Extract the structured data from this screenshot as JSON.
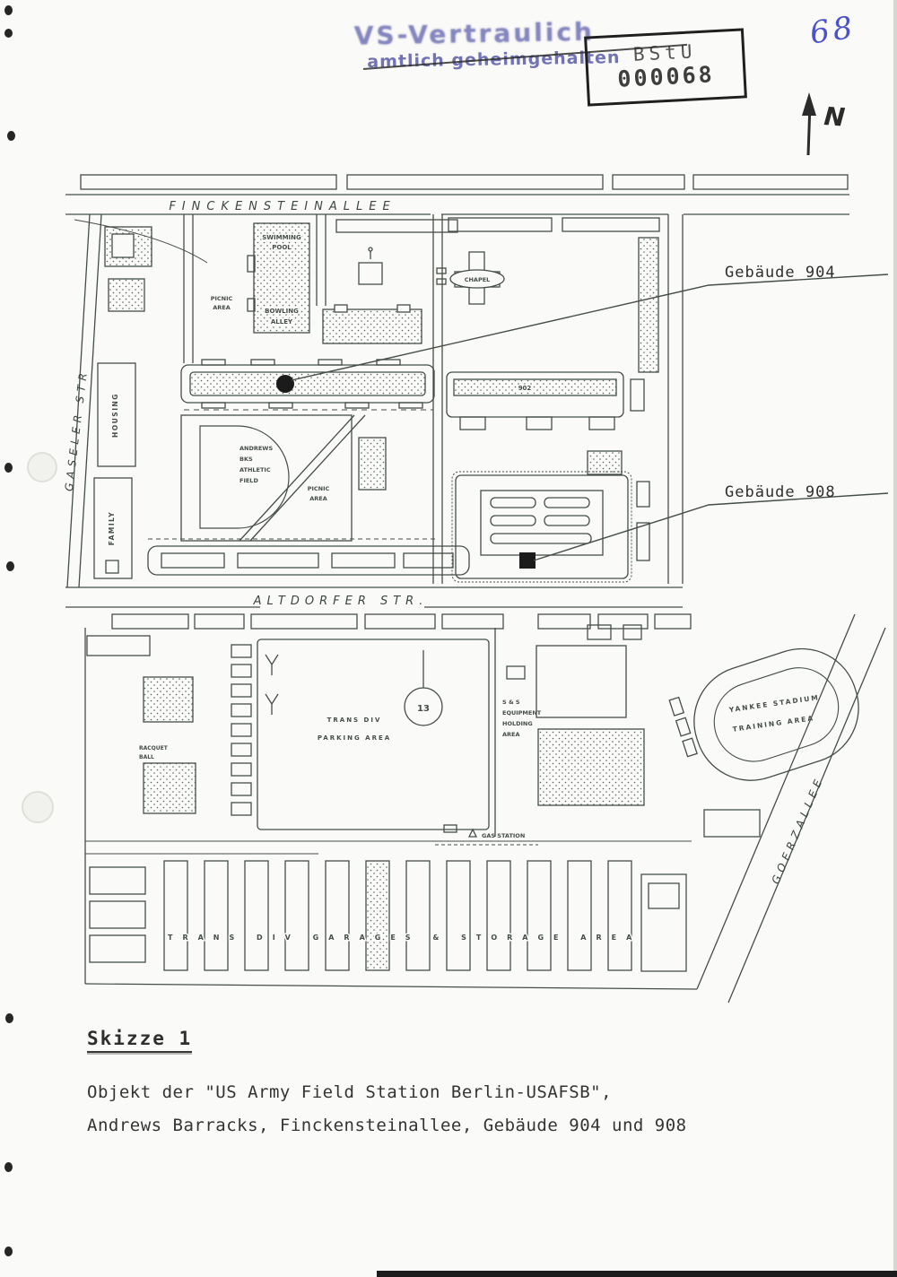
{
  "page_number": "68",
  "stamps": {
    "vs_line1": "VS-Vertraulich",
    "vs_line2": "amtlich geheimgehalten",
    "bstu_name": "BStU",
    "bstu_number": "000068"
  },
  "compass": {
    "north_label": "N"
  },
  "map": {
    "streets": {
      "finckensteinallee": "FINCKENSTEINALLEE",
      "altdorfer_str": "ALTDORFER STR.",
      "gaseler_str": "GASELER STR",
      "goerzallee": "GOERZALLEE"
    },
    "annotations": {
      "gebaeude_904": "Gebäude 904",
      "gebaeude_908": "Gebäude 908"
    },
    "labels": {
      "swimming_pool": [
        "SWIMMING",
        "POOL"
      ],
      "bowling_alley": [
        "BOWLING",
        "ALLEY"
      ],
      "chapel": "CHAPEL",
      "picnic_area_west": [
        "PICNIC",
        "AREA"
      ],
      "athletic_field": [
        "ANDREWS",
        "BKS",
        "ATHLETIC",
        "FIELD"
      ],
      "picnic_area_field": [
        "PICNIC",
        "AREA"
      ],
      "housing": "HOUSING",
      "family": "FAMILY",
      "building_902": "902",
      "trans_div_parking": [
        "TRANS DIV",
        "PARKING AREA"
      ],
      "circle_13": "13",
      "ss_equipment": [
        "S & S",
        "EQUIPMENT",
        "HOLDING",
        "AREA"
      ],
      "gas_station": "GAS STATION",
      "racquet_ball": [
        "RACQUET",
        "BALL"
      ],
      "yankee_stadium": [
        "YANKEE STADIUM",
        "TRAINING AREA"
      ],
      "garages_row": "TRANS DIV GARAGES & STORAGE AREA"
    }
  },
  "caption": {
    "title": "Skizze 1",
    "line1": "Objekt der \"US Army Field Station Berlin-USAFSB\",",
    "line2": "Andrews Barracks, Finckensteinallee, Gebäude 904 und 908"
  },
  "colors": {
    "ink": "#454d47",
    "stamp_purple": "#5c5eaa",
    "handwriting_blue": "#4b50cc",
    "paper": "#fafaf8"
  }
}
